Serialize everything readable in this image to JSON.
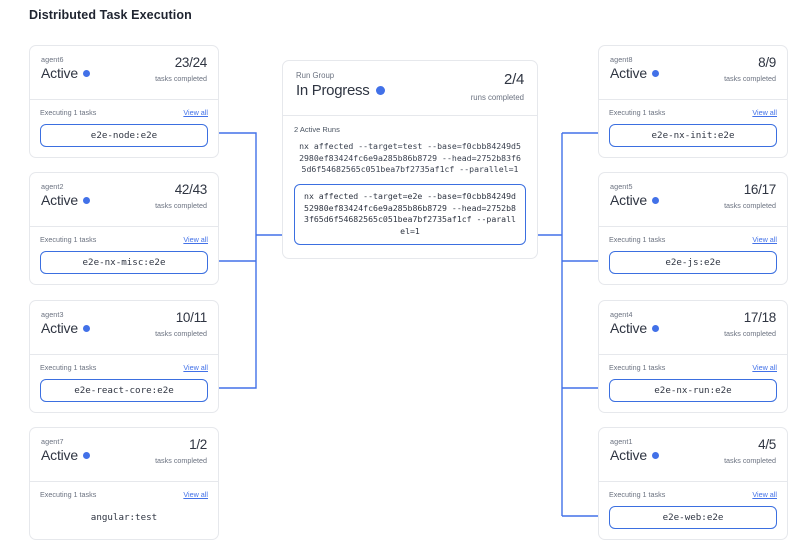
{
  "page": {
    "title": "Distributed Task Execution",
    "accent_color": "#4271e8",
    "border_color": "#e6e8ec",
    "text_color": "#2f3542",
    "muted_color": "#6b7280"
  },
  "labels": {
    "tasks_completed": "tasks completed",
    "executing": "Executing 1 tasks",
    "view_all": "View all",
    "runs_completed": "runs completed",
    "active_runs": "2 Active Runs"
  },
  "run_group": {
    "label": "Run Group",
    "status": "In Progress",
    "count": "2/4",
    "count_sub": "runs completed",
    "active_runs_label": "2 Active Runs",
    "runs": [
      {
        "command": "nx affected --target=test --base=f0cbb84249d52980ef83424fc6e9a285b86b8729 --head=2752b83f65d6f54682565c051bea7bf2735af1cf --parallel=1",
        "highlighted": false
      },
      {
        "command": "nx affected --target=e2e --base=f0cbb84249d52980ef83424fc6e9a285b86b8729 --head=2752b83f65d6f54682565c051bea7bf2735af1cf --parallel=1",
        "highlighted": true
      }
    ]
  },
  "left_agents": [
    {
      "name": "agent6",
      "status": "Active",
      "count": "23/24",
      "count_sub": "tasks completed",
      "executing": "Executing 1 tasks",
      "view_all": "View all",
      "task": "e2e-node:e2e",
      "connected": true
    },
    {
      "name": "agent2",
      "status": "Active",
      "count": "42/43",
      "count_sub": "tasks completed",
      "executing": "Executing 1 tasks",
      "view_all": "View all",
      "task": "e2e-nx-misc:e2e",
      "connected": true
    },
    {
      "name": "agent3",
      "status": "Active",
      "count": "10/11",
      "count_sub": "tasks completed",
      "executing": "Executing 1 tasks",
      "view_all": "View all",
      "task": "e2e-react-core:e2e",
      "connected": true
    },
    {
      "name": "agent7",
      "status": "Active",
      "count": "1/2",
      "count_sub": "tasks completed",
      "executing": "Executing 1 tasks",
      "view_all": "View all",
      "task": "angular:test",
      "connected": false
    }
  ],
  "right_agents": [
    {
      "name": "agent8",
      "status": "Active",
      "count": "8/9",
      "count_sub": "tasks completed",
      "executing": "Executing 1 tasks",
      "view_all": "View all",
      "task": "e2e-nx-init:e2e",
      "connected": true
    },
    {
      "name": "agent5",
      "status": "Active",
      "count": "16/17",
      "count_sub": "tasks completed",
      "executing": "Executing 1 tasks",
      "view_all": "View all",
      "task": "e2e-js:e2e",
      "connected": true
    },
    {
      "name": "agent4",
      "status": "Active",
      "count": "17/18",
      "count_sub": "tasks completed",
      "executing": "Executing 1 tasks",
      "view_all": "View all",
      "task": "e2e-nx-run:e2e",
      "connected": true
    },
    {
      "name": "agent1",
      "status": "Active",
      "count": "4/5",
      "count_sub": "tasks completed",
      "executing": "Executing 1 tasks",
      "view_all": "View all",
      "task": "e2e-web:e2e",
      "connected": true
    }
  ]
}
